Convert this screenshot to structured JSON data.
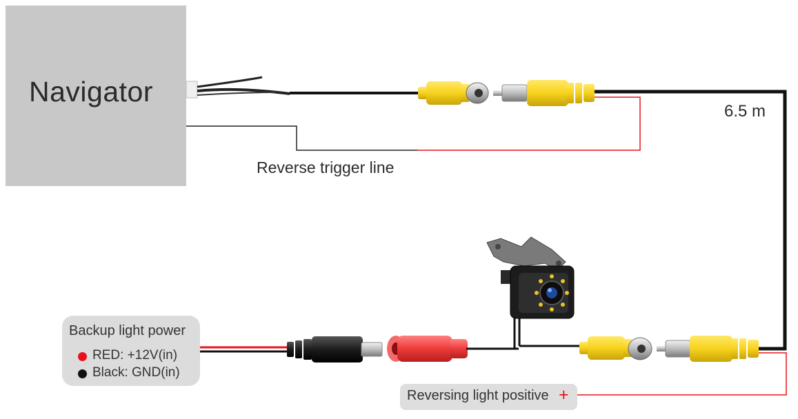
{
  "navigator": {
    "title": "Navigator"
  },
  "trigger": {
    "label": "Reverse trigger line"
  },
  "cable": {
    "length": "6.5 m"
  },
  "power": {
    "title": "Backup light power",
    "red": "RED: +12V(in)",
    "black": "Black: GND(in)"
  },
  "reversing": {
    "label": "Reversing light positive",
    "plus": "+"
  },
  "colors": {
    "wire_black": "#111111",
    "wire_red": "#e8121b",
    "rca_yellow": "#f7d21e",
    "dc_red": "#ee3b3b",
    "box_gray": "#c8c8c8",
    "card_gray": "#dcdcdc"
  },
  "icons": [
    "rca-female-connector-icon",
    "rca-male-connector-icon",
    "dc-male-plug-icon",
    "dc-female-jack-icon",
    "backup-camera-icon",
    "harness-connector-icon"
  ]
}
